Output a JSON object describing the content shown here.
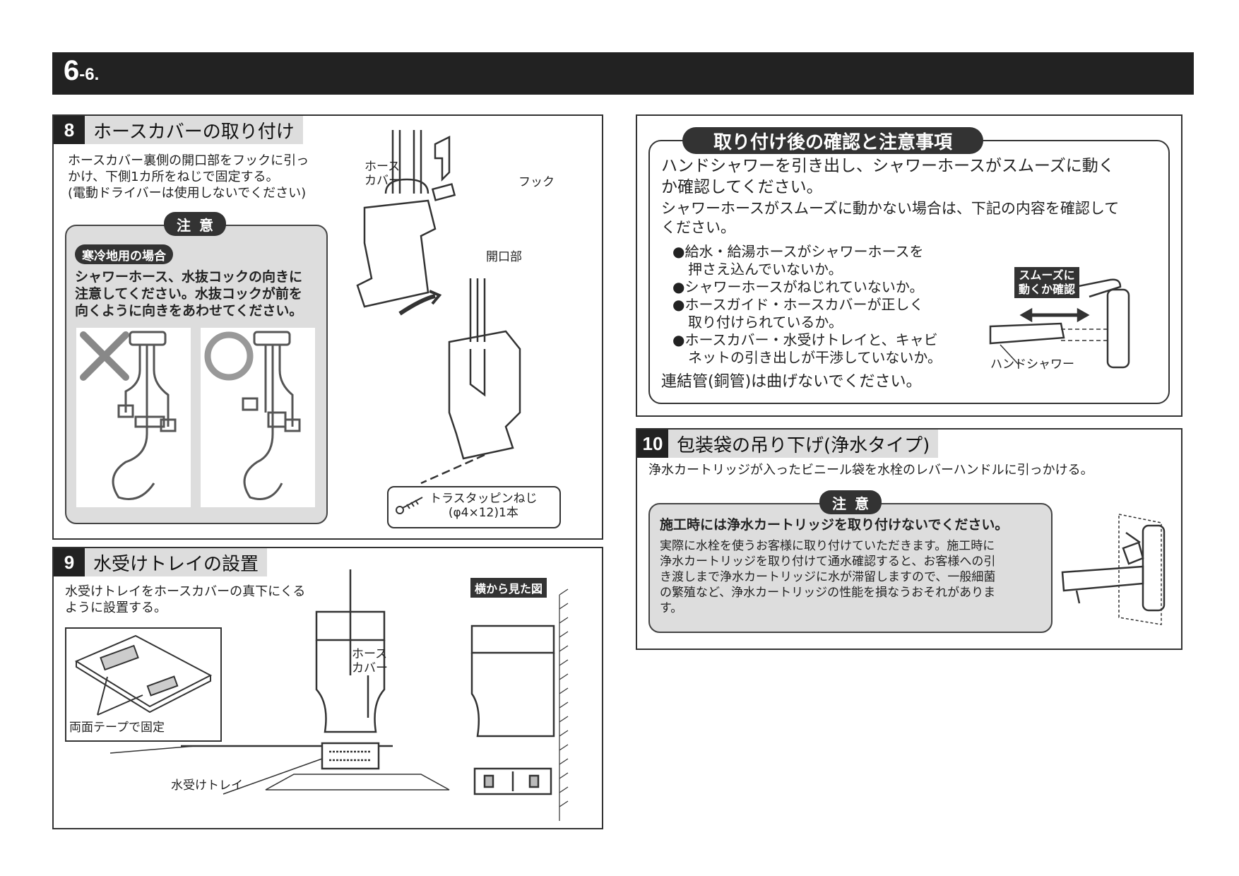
{
  "header": {
    "num_main": "6",
    "num_sub": "-6."
  },
  "section8": {
    "num": "8",
    "title": "ホースカバーの取り付け",
    "desc": [
      "ホースカバー裏側の開口部をフックに引っ",
      "かけ、下側1カ所をねじで固定する。",
      "(電動ドライバーは使用しないでください)"
    ],
    "caution_label": "注意",
    "cold_label": "寒冷地用の場合",
    "caution_text": [
      "シャワーホース、水抜コックの向きに",
      "注意してください。水抜コックが前を",
      "向くように向きをあわせてください。"
    ],
    "labels": {
      "hose_cover": [
        "ホース",
        "カバー"
      ],
      "hook": "フック",
      "opening": "開口部",
      "screw": [
        "トラスタッピンねじ",
        "(φ4×12)1本"
      ]
    }
  },
  "section9": {
    "num": "9",
    "title": "水受けトレイの設置",
    "desc": [
      "水受けトレイをホースカバーの真下にくる",
      "ように設置する。"
    ],
    "labels": {
      "tape": "両面テープで固定",
      "tray": "水受けトレイ",
      "hose_cover": [
        "ホース",
        "カバー"
      ],
      "side_view": "横から見た図"
    }
  },
  "check": {
    "title": "取り付け後の確認と注意事項",
    "intro1": [
      "ハンドシャワーを引き出し、シャワーホースがスムーズに動く",
      "か確認してください。"
    ],
    "intro2": [
      "シャワーホースがスムーズに動かない場合は、下記の内容を確認して",
      "ください。"
    ],
    "bullets": [
      [
        "●給水・給湯ホースがシャワーホースを",
        "押さえ込んでいないか。"
      ],
      [
        "●シャワーホースがねじれていないか。"
      ],
      [
        "●ホースガイド・ホースカバーが正しく",
        "取り付けられているか。"
      ],
      [
        "●ホースカバー・水受けトレイと、キャビ",
        "ネットの引き出しが干渉していないか。"
      ]
    ],
    "footer": "連結管(銅管)は曲げないでください。",
    "smooth_label": [
      "スムーズに",
      "動くか確認"
    ],
    "hand_shower": "ハンドシャワー"
  },
  "section10": {
    "num": "10",
    "title": "包装袋の吊り下げ(浄水タイプ)",
    "desc": "浄水カートリッジが入ったビニール袋を水栓のレバーハンドルに引っかける。",
    "caution_label": "注意",
    "caution_bold": "施工時には浄水カートリッジを取り付けないでください。",
    "caution_text": [
      "実際に水栓を使うお客様に取り付けていただきます。施工時に",
      "浄水カートリッジを取り付けて通水確認すると、お客様への引",
      "き渡しまで浄水カートリッジに水が滞留しますので、一般細菌",
      "の繁殖など、浄水カートリッジの性能を損なうおそれがありま",
      "す。"
    ]
  }
}
